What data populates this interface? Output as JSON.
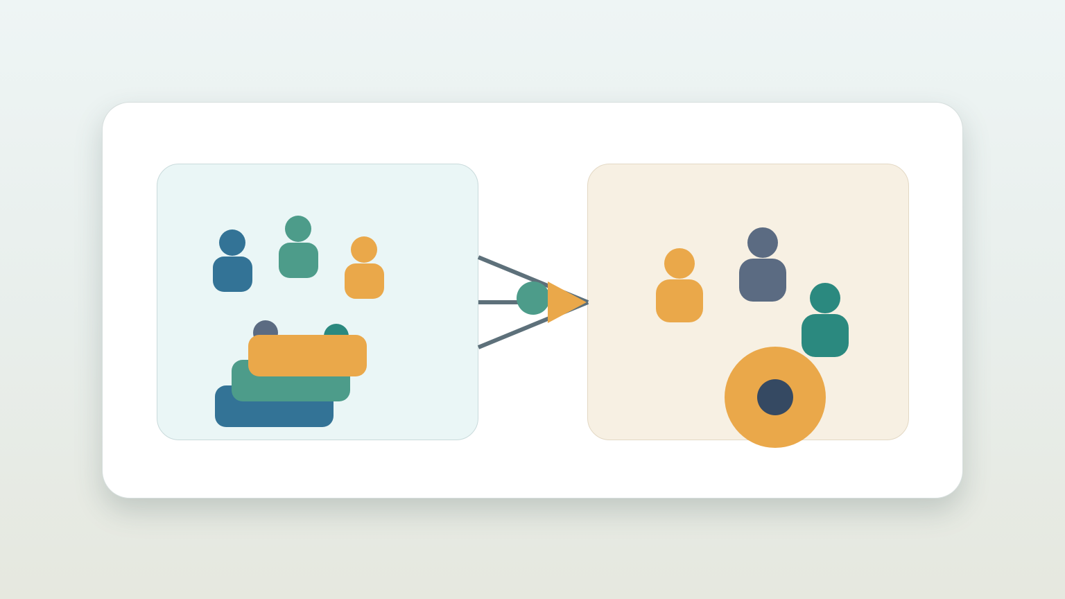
{
  "colors": {
    "page_bg_top": "#eef5f5",
    "page_bg_bottom": "#e6e8df",
    "card_bg": "#ffffff",
    "left_panel_bg": "#eaf6f6",
    "right_panel_bg": "#f7f0e3",
    "blue": "#337396",
    "green": "#4d9c8a",
    "orange": "#eaa84a",
    "slate": "#5b6b82",
    "teal": "#2b897f",
    "navy": "#354962",
    "connector": "#5d707a"
  },
  "diagram": {
    "left_group": {
      "people_icons": [
        "person-icon-blue",
        "person-icon-green",
        "person-icon-orange"
      ],
      "stacked_cards_icon": "stacked-cards-icon"
    },
    "connector": {
      "icon": "merge-arrow-icon",
      "inputs": 3
    },
    "right_group": {
      "people_icons": [
        "person-icon-orange",
        "person-icon-slate",
        "person-icon-teal"
      ],
      "target_icon": "target-icon"
    }
  }
}
